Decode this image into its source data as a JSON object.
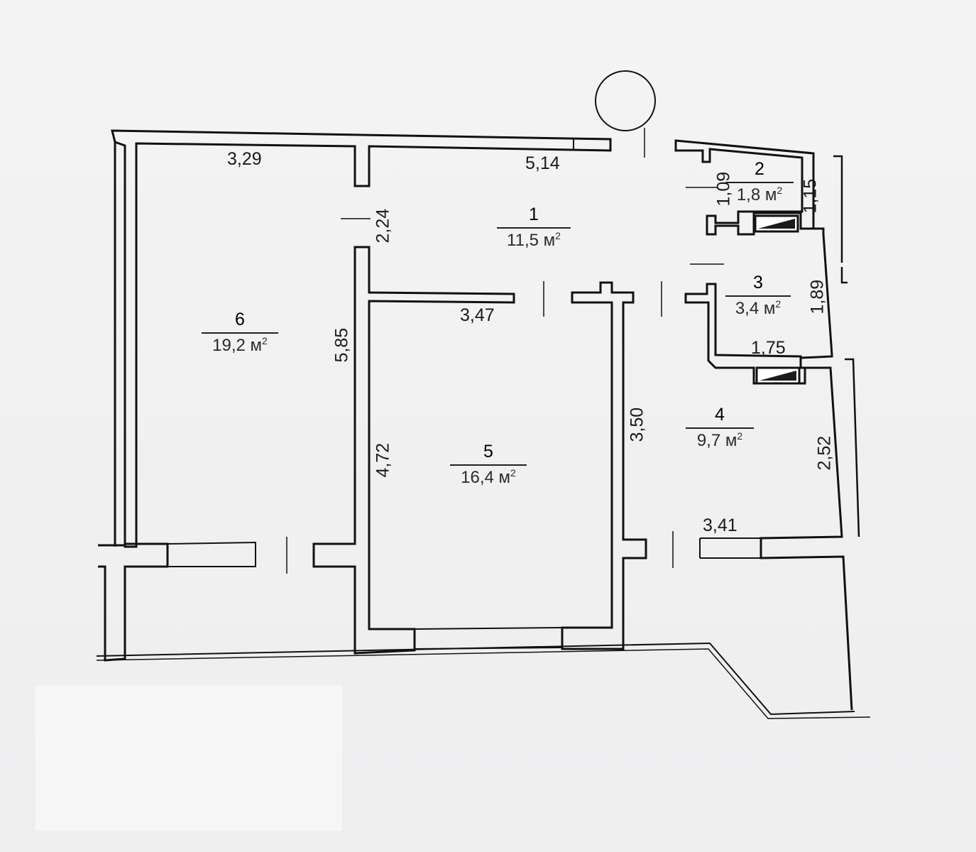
{
  "rooms": [
    {
      "id": "1",
      "number": "1",
      "area": "11,5 м",
      "sup": "2"
    },
    {
      "id": "2",
      "number": "2",
      "area": "1,8 м",
      "sup": "2"
    },
    {
      "id": "3",
      "number": "3",
      "area": "3,4 м",
      "sup": "2"
    },
    {
      "id": "4",
      "number": "4",
      "area": "9,7 м",
      "sup": "2"
    },
    {
      "id": "5",
      "number": "5",
      "area": "16,4 м",
      "sup": "2"
    },
    {
      "id": "6",
      "number": "6",
      "area": "19,2 м",
      "sup": "2"
    }
  ],
  "dimensions": {
    "d329": "3,29",
    "d514": "5,14",
    "d224": "2,24",
    "d347": "3,47",
    "d585": "5,85",
    "d472": "4,72",
    "d350": "3,50",
    "d109": "1,09",
    "d115": "1,15",
    "d189": "1,89",
    "d175": "1,75",
    "d252": "2,52",
    "d341": "3,41"
  },
  "colors": {
    "wall": "#111111",
    "fill": "#f4f4f5",
    "shaft": "#1a1a1a"
  }
}
